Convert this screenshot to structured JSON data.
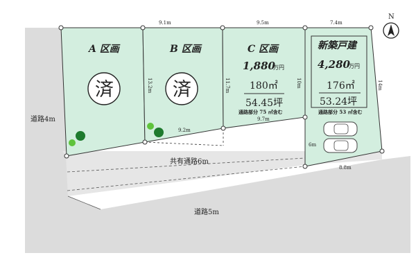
{
  "compass": {
    "label": "N"
  },
  "roads": {
    "left": "道路4m",
    "bottom": "道路5m",
    "shared": "共有通路6m"
  },
  "lots": {
    "a": {
      "name": "A 区画",
      "status": "済"
    },
    "b": {
      "name": "B 区画",
      "status": "済"
    },
    "c": {
      "name": "C 区画",
      "price": "1,880",
      "price_unit": "万円",
      "area_m2": "180㎡",
      "area_tsubo": "54.45坪",
      "note": "通路部分 75 ㎡含む"
    },
    "d": {
      "name": "新築戸建",
      "price": "4,280",
      "price_unit": "万円",
      "area_m2": "176㎡",
      "area_tsubo": "53.24坪",
      "note": "通路部分 53 ㎡含む"
    }
  },
  "dimensions": {
    "a_top": "9.1m",
    "b_top": "9.5m",
    "c_top": "7.4m",
    "ab_side": "13.2m",
    "bc_side": "11.7m",
    "c_right": "10m",
    "d_right": "14m",
    "b_bottom": "9.2m",
    "c_bottom": "9.7m",
    "d_left": "6m",
    "d_bottom": "8.8m"
  },
  "colors": {
    "lot_fill": "#d3eedf",
    "road_fill": "#dcdcdc",
    "tree_dark": "#1e7a2e",
    "tree_light": "#5fc33c"
  }
}
